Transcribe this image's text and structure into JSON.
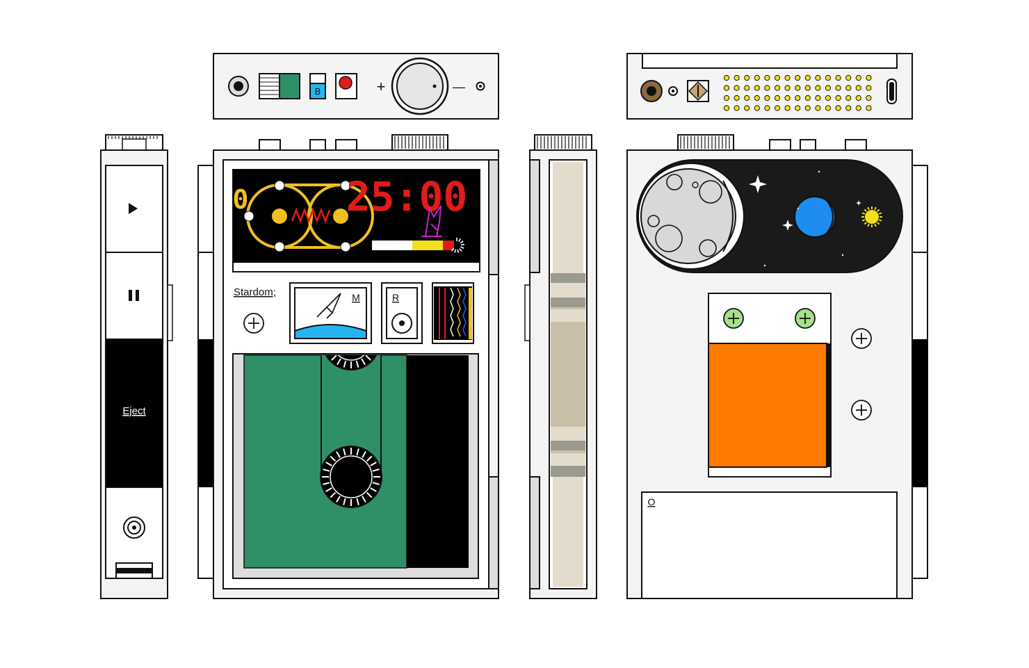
{
  "display": {
    "timer": "25:00",
    "side_digit": "0"
  },
  "panel": {
    "label": "Stardom;"
  },
  "cards": {
    "music_tag": "M",
    "record_tag": "R",
    "back_slot_tag": "O"
  },
  "side": {
    "eject_label": "Eject"
  },
  "top": {
    "tape_b_label": "B",
    "volume_plus": "+",
    "volume_minus": "—"
  },
  "colors": {
    "accent_red": "#e01b1b",
    "reel_yellow": "#f0c020",
    "tape_green": "#2f9068",
    "planet_blue": "#1e8cf0",
    "battery_orange": "#ff7a00",
    "plus_green": "#a6e08a",
    "sky_blue": "#25b4f0"
  }
}
